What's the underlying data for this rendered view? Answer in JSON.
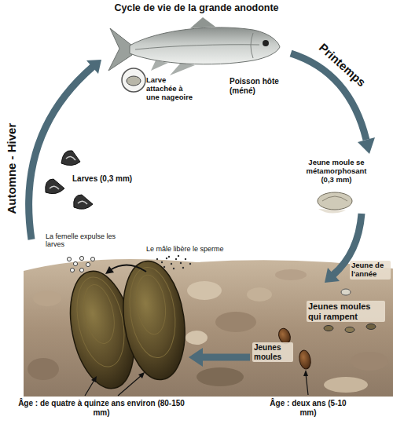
{
  "diagram": {
    "title": "Cycle de vie de la grande anodonte",
    "labels": [
      "Larve attachée à une nageoire",
      "Poisson hôte (méné)",
      "Printemps",
      "Automne - Hiver",
      "Larves (0,3 mm)",
      "Jeune moule se métamorphosant (0,3 mm)",
      "La femelle expulse les larves",
      "Le mâle libère le sperme",
      "Jeune de l'année",
      "Jeunes moules qui rampent",
      "Jeunes moules",
      "Âge : de quatre à quinze ans environ (80-150 mm)",
      "Âge : deux ans (5-10 mm)"
    ]
  }
}
